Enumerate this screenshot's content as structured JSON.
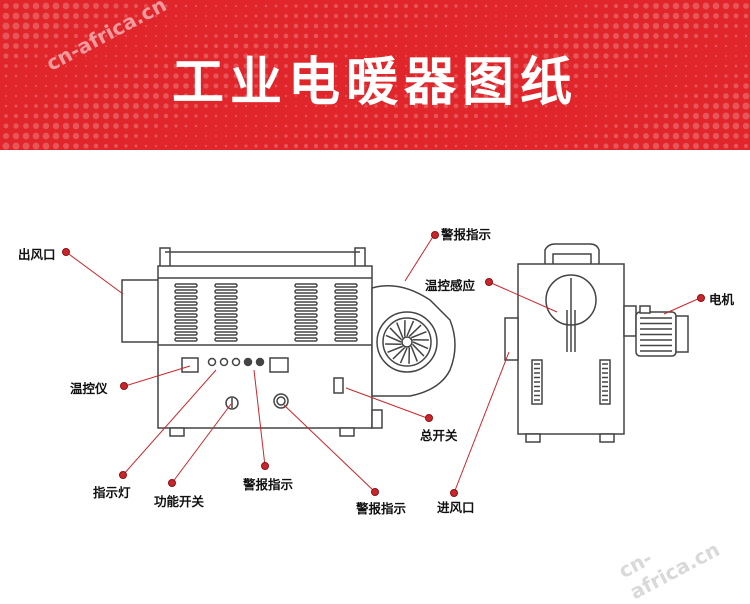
{
  "header": {
    "title": "工业电暖器图纸",
    "watermark_top": "cn-africa.cn",
    "watermark_bottom": "cn-africa.cn"
  },
  "labels": {
    "outlet_left": "出风口",
    "alarm_top": "警报指示",
    "temp_sensor": "温控感应",
    "motor": "电机",
    "thermostat": "温控仪",
    "main_switch": "总开关",
    "indicator_light": "指示灯",
    "function_switch": "功能开关",
    "alarm_mid": "警报指示",
    "alarm_bottom": "警报指示",
    "inlet": "进风口"
  },
  "colors": {
    "banner": "#e0262b",
    "leader": "#c8262c",
    "line": "#444444"
  }
}
